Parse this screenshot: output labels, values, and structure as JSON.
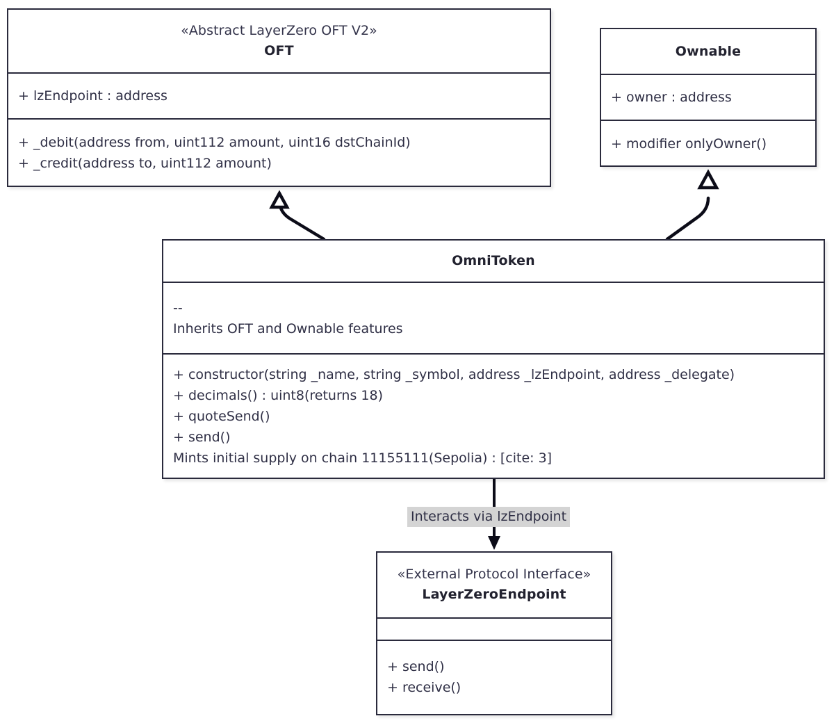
{
  "diagram": {
    "type": "uml-class-diagram",
    "background": "#ffffff",
    "line_color": "#2a2a3c",
    "text_color": "#2f2f45",
    "label_highlight": "#d4d4d4"
  },
  "classes": {
    "oft": {
      "stereotype": "«Abstract LayerZero OFT V2»",
      "name": "OFT",
      "attributes": [
        "+ lzEndpoint : address"
      ],
      "operations": [
        "+ _debit(address from, uint112 amount, uint16 dstChainId)",
        "+ _credit(address to, uint112 amount)"
      ]
    },
    "ownable": {
      "stereotype": "",
      "name": "Ownable",
      "attributes": [
        "+ owner : address"
      ],
      "operations": [
        "+ modifier onlyOwner()"
      ]
    },
    "omnitoken": {
      "stereotype": "",
      "name": "OmniToken",
      "attributes": [
        "--",
        "Inherits OFT and Ownable features"
      ],
      "operations": [
        "+ constructor(string _name, string _symbol, address _lzEndpoint, address _delegate)",
        "+ decimals() : uint8(returns 18)",
        "+ quoteSend()",
        "+ send()",
        "Mints initial supply on chain 11155111(Sepolia) : [cite: 3]"
      ]
    },
    "endpoint": {
      "stereotype": "«External Protocol Interface»",
      "name": "LayerZeroEndpoint",
      "attributes": [],
      "operations": [
        "+ send()",
        "+ receive()"
      ]
    }
  },
  "relationships": {
    "omnitoken_to_oft": {
      "kind": "generalization",
      "label": "",
      "from": "OmniToken",
      "to": "OFT"
    },
    "omnitoken_to_ownable": {
      "kind": "generalization",
      "label": "",
      "from": "OmniToken",
      "to": "Ownable"
    },
    "omnitoken_to_endpoint": {
      "kind": "association",
      "label": "Interacts via lzEndpoint",
      "from": "OmniToken",
      "to": "LayerZeroEndpoint"
    }
  }
}
